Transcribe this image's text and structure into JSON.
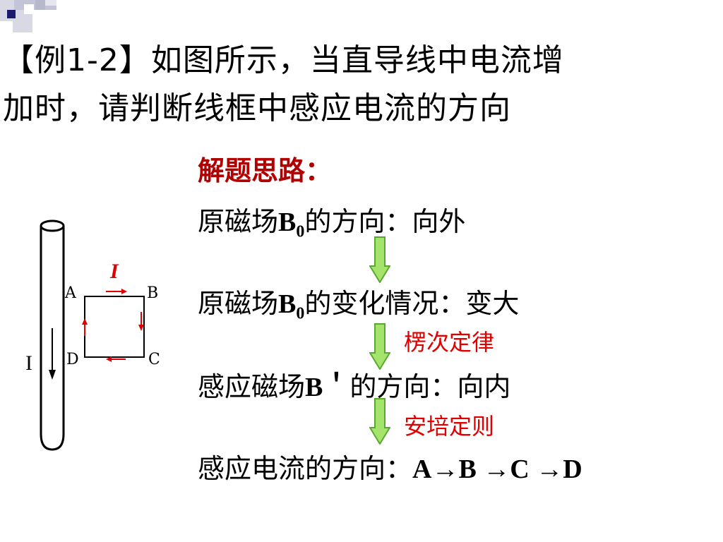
{
  "title": {
    "line1": "【例1-2】如图所示，当直导线中电流增",
    "line2": "加时，请判断线框中感应电流的方向"
  },
  "figure": {
    "wire_current_label": "I",
    "loop_current_label": "I",
    "corner_labels": [
      "A",
      "B",
      "C",
      "D"
    ]
  },
  "solution": {
    "heading": "解题思路：",
    "step1": {
      "prefix": "原磁场",
      "symbol": "B",
      "sub": "0",
      "suffix": "的方向：向外"
    },
    "step2": {
      "prefix": "原磁场",
      "symbol": "B",
      "sub": "0",
      "suffix": "的变化情况：变大"
    },
    "law1": "楞次定律",
    "step3": {
      "prefix": "感应磁场",
      "symbol": "B＇",
      "suffix": "的方向：向内"
    },
    "law2": "安培定则",
    "step4": {
      "prefix": "感应电流的方向：",
      "result": "A→B →C →D"
    }
  },
  "colors": {
    "heading": "#b00000",
    "law": "#e00000",
    "arrow_fill": "#a4e46a",
    "arrow_stroke": "#5aa832",
    "corner_navy": "#1a1a6e",
    "corner_gray": "#b8b8cc"
  }
}
